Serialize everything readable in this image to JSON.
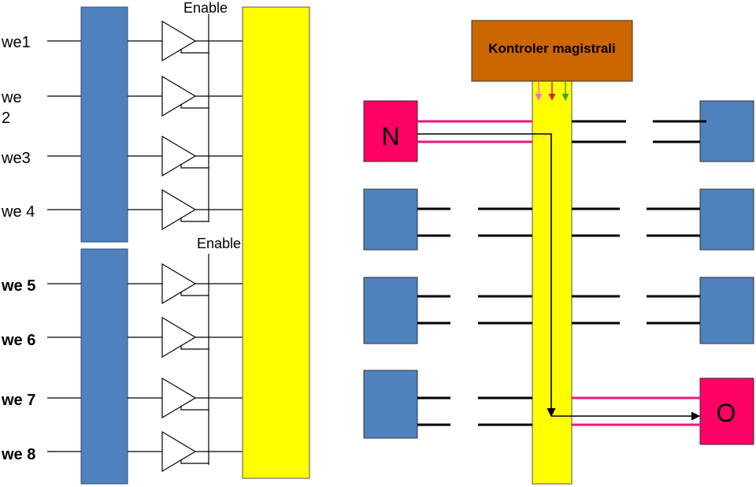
{
  "left_diagram": {
    "inputs": [
      {
        "label": "we1",
        "bold": false
      },
      {
        "label": "we",
        "label2": "2",
        "bold": false
      },
      {
        "label": "we3",
        "bold": false
      },
      {
        "label": "we 4",
        "bold": false
      },
      {
        "label": "we 5",
        "bold": true
      },
      {
        "label": "we 6",
        "bold": true
      },
      {
        "label": "we 7",
        "bold": true
      },
      {
        "label": "we 8",
        "bold": true
      }
    ],
    "enable_top": "Enable",
    "enable_bottom": "Enable"
  },
  "right_diagram": {
    "controller_label": "Kontroler magistrali",
    "source_node": "N",
    "target_node": "O"
  },
  "colors": {
    "blue_block": "#4f81bd",
    "yellow_bus": "#ffff00",
    "controller": "#cc6600",
    "node_pink": "#ff0066",
    "signal_pink": "#e6197d"
  }
}
